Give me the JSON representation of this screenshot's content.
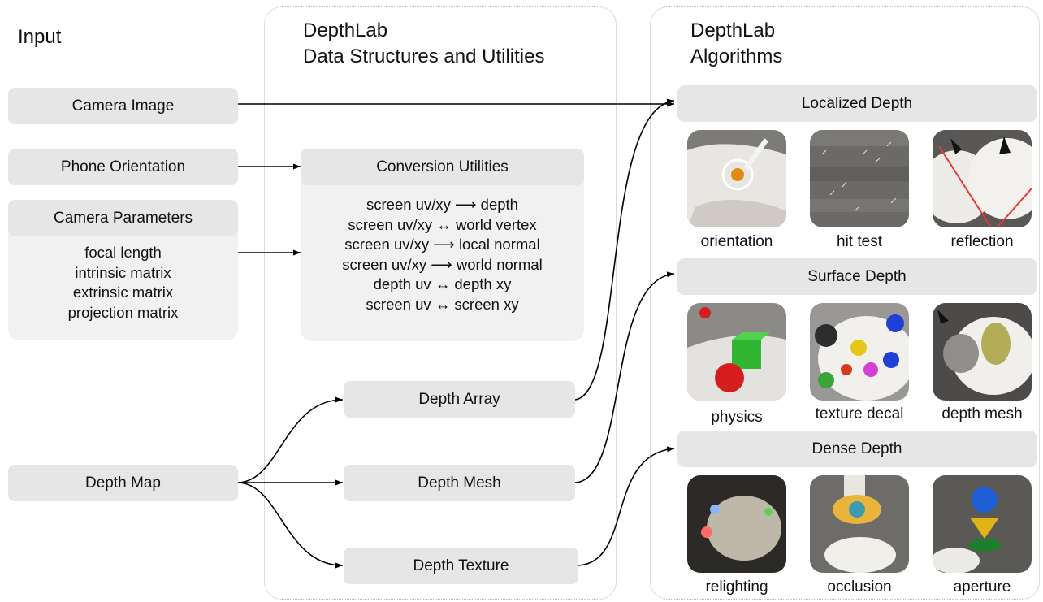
{
  "columns": {
    "input": "Input",
    "structures_line1": "DepthLab",
    "structures_line2": "Data Structures and Utilities",
    "algorithms_line1": "DepthLab",
    "algorithms_line2": "Algorithms"
  },
  "inputs": {
    "camera_image": "Camera Image",
    "phone_orientation": "Phone Orientation",
    "camera_parameters": "Camera Parameters",
    "camera_parameters_items": [
      "focal length",
      "intrinsic matrix",
      "extrinsic matrix",
      "projection matrix"
    ],
    "depth_map": "Depth Map"
  },
  "structures": {
    "conversion_utilities": "Conversion Utilities",
    "conversion_items": [
      "screen uv/xy ⟶ depth",
      "screen uv/xy ↔ world vertex",
      "screen uv/xy ⟶ local normal",
      "screen uv/xy ⟶ world normal",
      "depth uv ↔ depth xy",
      "screen uv ↔ screen xy"
    ],
    "depth_array": "Depth Array",
    "depth_mesh": "Depth Mesh",
    "depth_texture": "Depth Texture"
  },
  "algorithms": {
    "localized_depth": "Localized Depth",
    "localized_items": [
      "orientation",
      "hit test",
      "reflection"
    ],
    "surface_depth": "Surface Depth",
    "surface_items": [
      "physics",
      "texture decal",
      "depth mesh"
    ],
    "dense_depth": "Dense Depth",
    "dense_items": [
      "relighting",
      "occlusion",
      "aperture"
    ]
  }
}
